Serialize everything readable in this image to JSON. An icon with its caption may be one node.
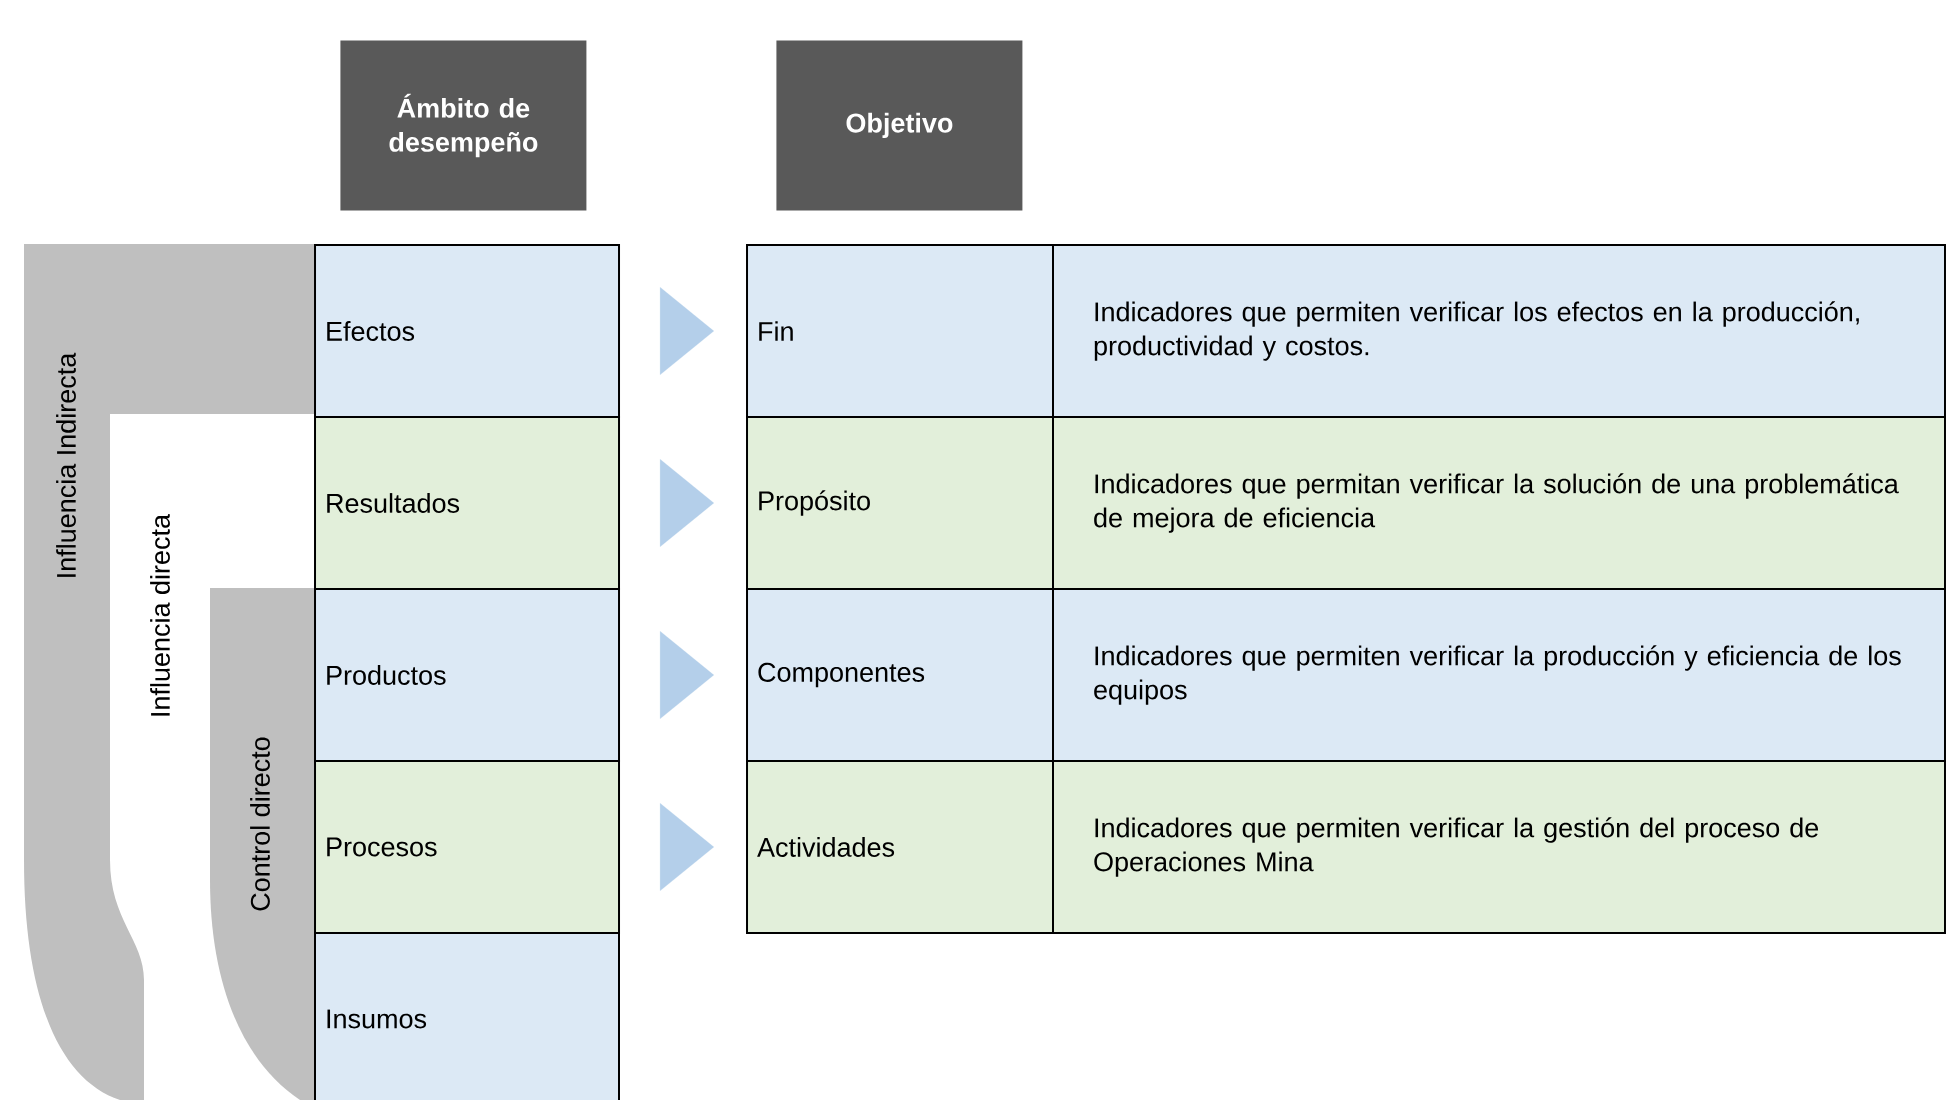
{
  "diagram": {
    "nodes": [
      {
        "text": [
          "Ámbito de desempeño"
        ]
      },
      {
        "text": [
          "Objetivo"
        ]
      },
      {
        "text": [
          "Influencia Indirecta"
        ]
      },
      {
        "text": [
          "Influencia directa"
        ]
      },
      {
        "text": [
          "Control directo"
        ]
      },
      {
        "text": [
          "Efectos"
        ]
      },
      {
        "text": [
          "Resultados"
        ]
      },
      {
        "text": [
          "Productos"
        ]
      },
      {
        "text": [
          "Procesos"
        ]
      },
      {
        "text": [
          "Insumos"
        ]
      },
      {
        "text": [
          "Fin"
        ]
      },
      {
        "text": [
          "Indicadores que permiten verificar los efectos en la producción, productividad y costos."
        ]
      },
      {
        "text": [
          "Propósito"
        ]
      },
      {
        "text": [
          "Indicadores que permitan verificar la solución de una problemática de mejora de eficiencia"
        ]
      },
      {
        "text": [
          "Componentes"
        ]
      },
      {
        "text": [
          "Indicadores que permiten verificar la producción y eficiencia de los equipos"
        ]
      },
      {
        "text": [
          "Actividades"
        ]
      },
      {
        "text": [
          "Indicadores que permiten verificar la gestión del proceso de Operaciones Mina"
        ]
      }
    ],
    "edges": [
      {
        "from": 5,
        "to": 10,
        "arrow": "to"
      },
      {
        "from": 6,
        "to": 12,
        "arrow": "to"
      },
      {
        "from": 7,
        "to": 14,
        "arrow": "to"
      },
      {
        "from": 8,
        "to": 16,
        "arrow": "to"
      }
    ]
  }
}
